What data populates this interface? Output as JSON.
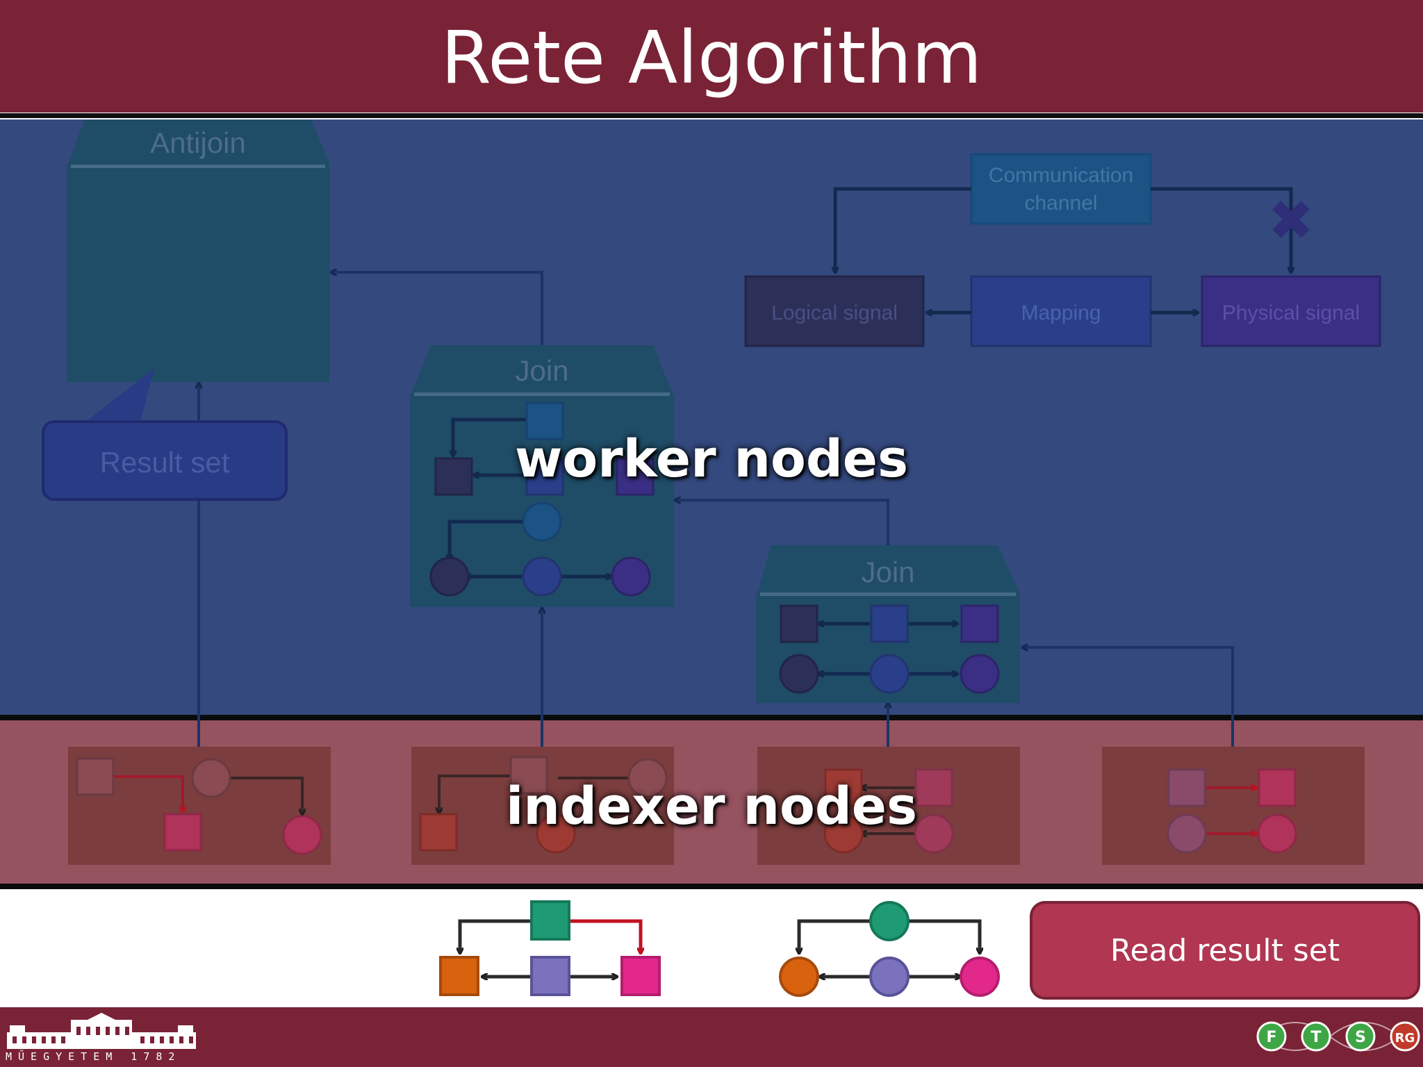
{
  "slide": {
    "title": "Rete Algorithm",
    "worker_label": "worker nodes",
    "indexer_label": "indexer nodes",
    "read_button": "Read result set",
    "footer_logo_text": "MŰEGYETEM 1782",
    "badges": [
      "F",
      "T",
      "S",
      "RG"
    ]
  },
  "diagram": {
    "antijoin_label": "Antijoin",
    "join_label": "Join",
    "result_set_label": "Result set",
    "communication_channel_label": "Communication channel",
    "logical_signal_label": "Logical signal",
    "mapping_label": "Mapping",
    "physical_signal_label": "Physical signal"
  },
  "colors": {
    "title_bar": "#7a2236",
    "worker_overlay": "#34497e",
    "indexer_overlay": "#95525f",
    "button": "#b03651",
    "shape_green": "#1e9b73",
    "shape_orange": "#d9620f",
    "shape_purple": "#7a72bc",
    "shape_pink": "#e3288c"
  }
}
